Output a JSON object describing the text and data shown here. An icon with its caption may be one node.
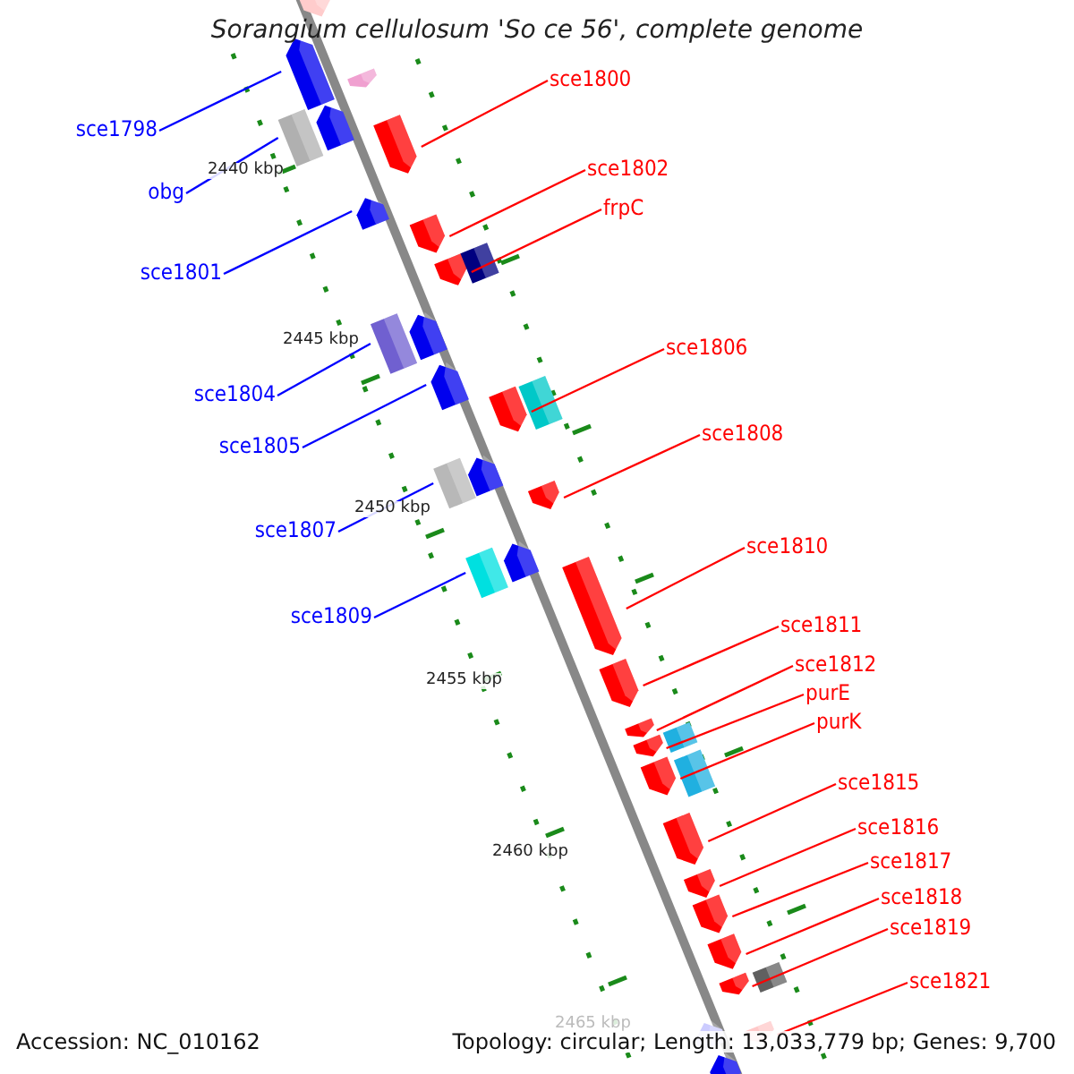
{
  "diagram": {
    "title": "Sorangium cellulosum 'So ce 56', complete genome",
    "nodes": [
      {
        "text": [
          "sce1800"
        ]
      },
      {
        "text": [],
        "shape": "arrow"
      },
      {
        "text": [
          "sce1798"
        ]
      },
      {
        "text": [],
        "shape": "arrow"
      },
      {
        "text": [
          "sce1802"
        ]
      },
      {
        "text": [],
        "shape": "arrow"
      },
      {
        "text": [
          "obg"
        ]
      },
      {
        "text": [],
        "shape": "box"
      },
      {
        "text": [
          "frpC"
        ]
      },
      {
        "text": [],
        "shape": "arrow"
      },
      {
        "text": [
          "sce1801"
        ]
      },
      {
        "text": [],
        "shape": "arrow"
      },
      {
        "text": [
          "sce1806"
        ]
      },
      {
        "text": [],
        "shape": "arrow"
      },
      {
        "text": [
          "sce1804"
        ]
      },
      {
        "text": [],
        "shape": "box"
      },
      {
        "text": [
          "sce1808"
        ]
      },
      {
        "text": [],
        "shape": "arrow"
      },
      {
        "text": [
          "sce1805"
        ]
      },
      {
        "text": [],
        "shape": "arrow"
      },
      {
        "text": [
          "sce1807"
        ]
      },
      {
        "text": [],
        "shape": "box"
      },
      {
        "text": [
          "sce1810"
        ]
      },
      {
        "text": [],
        "shape": "arrow"
      },
      {
        "text": [
          "sce1809"
        ]
      },
      {
        "text": [],
        "shape": "box"
      },
      {
        "text": [
          "sce1811"
        ]
      },
      {
        "text": [],
        "shape": "arrow"
      },
      {
        "text": [
          "sce1812"
        ]
      },
      {
        "text": [],
        "shape": "arrow"
      },
      {
        "text": [
          "purE"
        ]
      },
      {
        "text": [],
        "shape": "arrow"
      },
      {
        "text": [
          "purK"
        ]
      },
      {
        "text": [],
        "shape": "arrow"
      },
      {
        "text": [
          "sce1815"
        ]
      },
      {
        "text": [],
        "shape": "arrow"
      },
      {
        "text": [
          "sce1816"
        ]
      },
      {
        "text": [],
        "shape": "arrow"
      },
      {
        "text": [
          "sce1817"
        ]
      },
      {
        "text": [],
        "shape": "arrow"
      },
      {
        "text": [
          "sce1818"
        ]
      },
      {
        "text": [],
        "shape": "arrow"
      },
      {
        "text": [
          "sce1819"
        ]
      },
      {
        "text": [],
        "shape": "arrow"
      },
      {
        "text": [
          "sce1821"
        ]
      },
      {
        "text": [],
        "shape": "arrow"
      },
      {
        "text": [],
        "shape": "arrow"
      },
      {
        "text": [],
        "shape": "arrow"
      },
      {
        "text": [],
        "shape": "arrow"
      },
      {
        "text": [],
        "shape": "arrow"
      },
      {
        "text": [],
        "shape": "arrow"
      },
      {
        "text": [],
        "shape": "arrow"
      },
      {
        "text": [],
        "shape": "box"
      },
      {
        "text": [],
        "shape": "box"
      },
      {
        "text": [],
        "shape": "box"
      },
      {
        "text": [],
        "shape": "box"
      },
      {
        "text": [],
        "shape": "box"
      },
      {
        "text": [],
        "shape": "arrow"
      },
      {
        "text": [],
        "shape": "arrow"
      }
    ],
    "edges": [
      {
        "from": 0,
        "to": 1,
        "arrow": "none"
      },
      {
        "from": 2,
        "to": 3,
        "arrow": "none",
        "color": "#0000ff"
      },
      {
        "from": 4,
        "to": 5,
        "arrow": "none"
      },
      {
        "from": 6,
        "to": 7,
        "arrow": "none",
        "color": "#0000ff"
      },
      {
        "from": 8,
        "to": 9,
        "arrow": "none"
      },
      {
        "from": 10,
        "to": 11,
        "arrow": "none",
        "color": "#0000ff"
      },
      {
        "from": 12,
        "to": 13,
        "arrow": "none"
      },
      {
        "from": 14,
        "to": 15,
        "arrow": "none",
        "color": "#0000ff"
      },
      {
        "from": 16,
        "to": 17,
        "arrow": "none"
      },
      {
        "from": 18,
        "to": 19,
        "arrow": "none",
        "color": "#0000ff"
      },
      {
        "from": 20,
        "to": 21,
        "arrow": "none",
        "color": "#0000ff"
      },
      {
        "from": 22,
        "to": 23,
        "arrow": "none"
      },
      {
        "from": 24,
        "to": 25,
        "arrow": "none",
        "color": "#0000ff"
      },
      {
        "from": 26,
        "to": 27,
        "arrow": "none"
      },
      {
        "from": 28,
        "to": 29,
        "arrow": "none"
      },
      {
        "from": 30,
        "to": 31,
        "arrow": "none"
      },
      {
        "from": 32,
        "to": 33,
        "arrow": "none"
      },
      {
        "from": 34,
        "to": 35,
        "arrow": "none"
      },
      {
        "from": 36,
        "to": 37,
        "arrow": "none"
      },
      {
        "from": 38,
        "to": 39,
        "arrow": "none"
      },
      {
        "from": 40,
        "to": 41,
        "arrow": "none"
      },
      {
        "from": 42,
        "to": 43,
        "arrow": "none"
      },
      {
        "from": 44,
        "to": 45,
        "arrow": "none"
      }
    ],
    "labels": [
      "2440 kbp",
      "2445 kbp",
      "2450 kbp",
      "2455 kbp",
      "2460 kbp",
      "2465 kbp",
      "Accession: NC_010162",
      "Topology: circular; Length: 13,033,779 bp; Genes: 9,700"
    ]
  }
}
